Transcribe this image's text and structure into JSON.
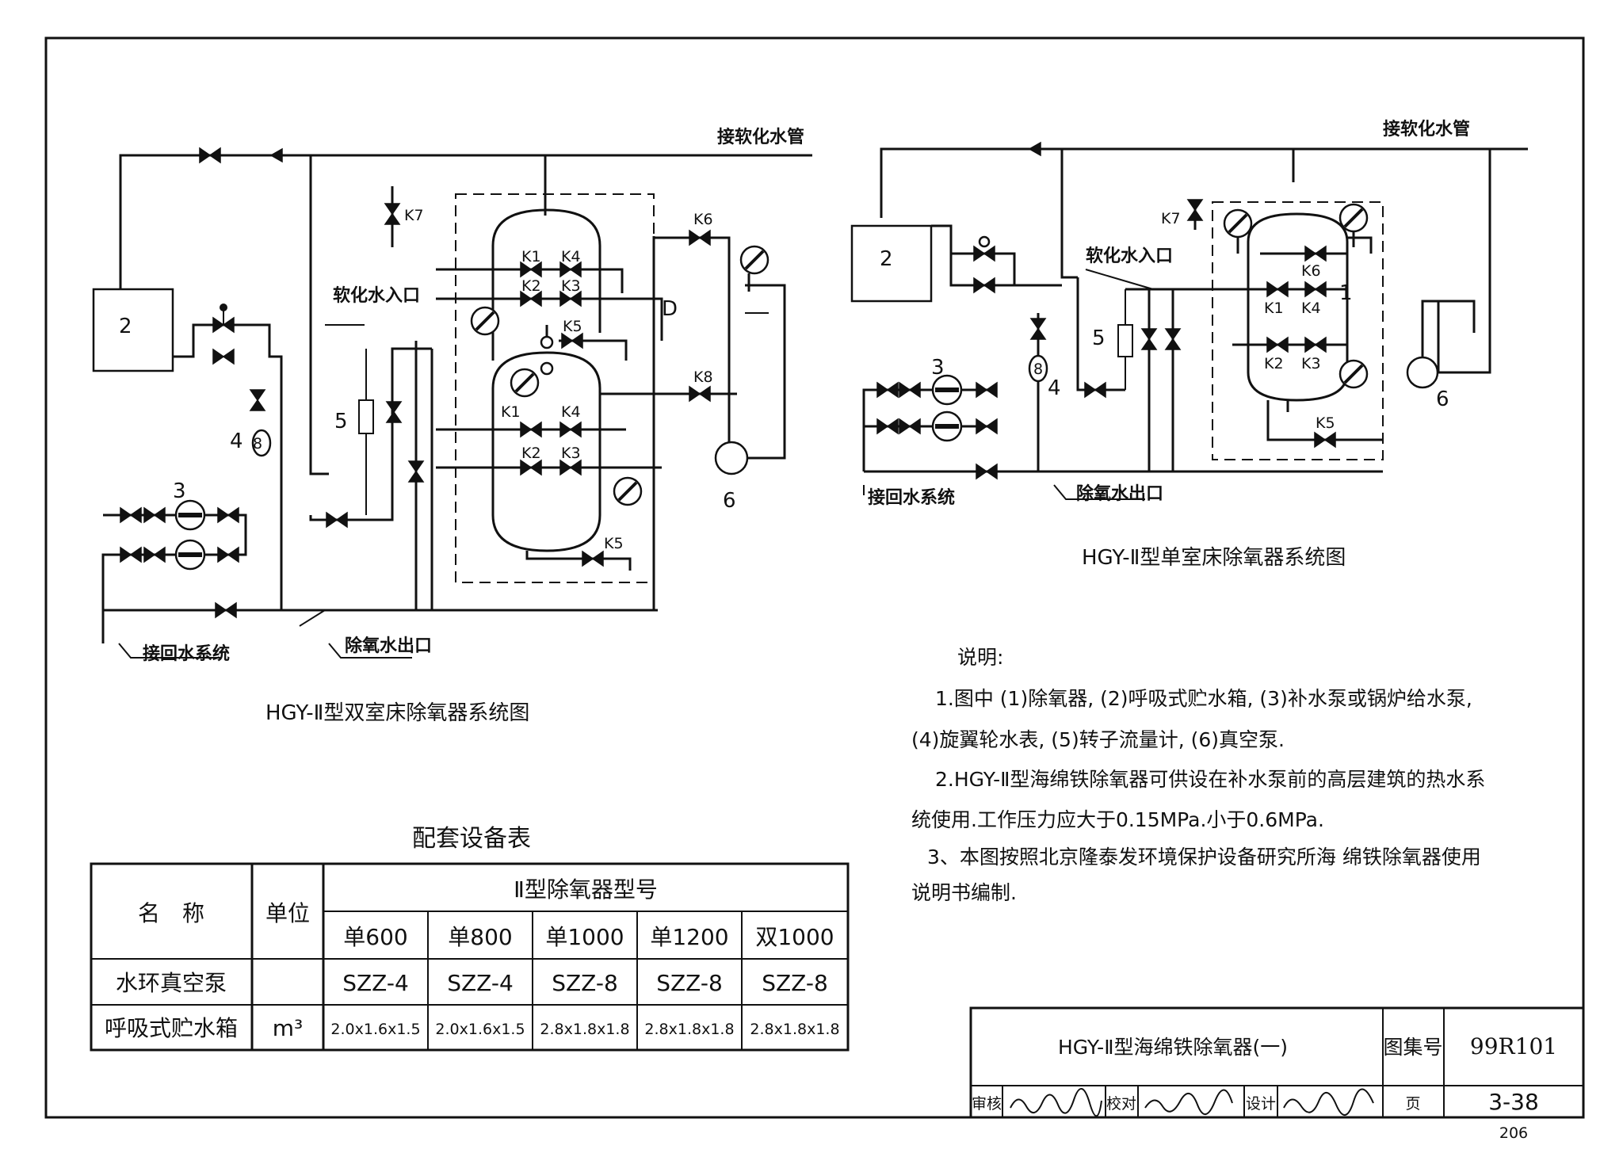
{
  "diagram_left": {
    "caption": "HGY-Ⅱ型双室床除氧器系统图",
    "labels": {
      "top_pipe": "接软化水管",
      "inlet": "软化水入口",
      "outlet": "除氧水出口",
      "return": "接回水系统",
      "chamber": "D"
    },
    "numbers": [
      "2",
      "3",
      "4",
      "5",
      "6"
    ],
    "valves": [
      "K7",
      "K6",
      "K8",
      "K1",
      "K4",
      "K2",
      "K3",
      "K5",
      "K1",
      "K4",
      "K2",
      "K3",
      "K5"
    ]
  },
  "diagram_right": {
    "caption": "HGY-Ⅱ型单室床除氧器系统图",
    "labels": {
      "top_pipe": "接软化水管",
      "inlet": "软化水入口",
      "outlet": "除氧水出口",
      "return": "接回水系统",
      "chamber": "1"
    },
    "numbers": [
      "2",
      "3",
      "4",
      "5",
      "6"
    ],
    "valves": [
      "K7",
      "K6",
      "K1",
      "K4",
      "K2",
      "K3",
      "K5"
    ]
  },
  "table": {
    "title": "配套设备表",
    "col_name": "名　称",
    "col_unit": "单位",
    "group_header": "Ⅱ型除氧器型号",
    "models": [
      "单600",
      "单800",
      "单1000",
      "单1200",
      "双1000"
    ],
    "rows": [
      {
        "name": "水环真空泵",
        "unit": "",
        "values": [
          "SZZ-4",
          "SZZ-4",
          "SZZ-8",
          "SZZ-8",
          "SZZ-8"
        ]
      },
      {
        "name": "呼吸式贮水箱",
        "unit": "m³",
        "values": [
          "2.0x1.6x1.5",
          "2.0x1.6x1.5",
          "2.8x1.8x1.8",
          "2.8x1.8x1.8",
          "2.8x1.8x1.8"
        ]
      }
    ]
  },
  "notes": {
    "heading": "说明:",
    "lines": [
      "1.图中 (1)除氧器, (2)呼吸式贮水箱, (3)补水泵或锅炉给水泵,",
      "(4)旋翼轮水表, (5)转子流量计, (6)真空泵.",
      "2.HGY-Ⅱ型海绵铁除氧器可供设在补水泵前的高层建筑的热水系",
      "统使用.工作压力应大于0.15MPa.小于0.6MPa.",
      "3、本图按照北京隆泰发环境保护设备研究所海 绵铁除氧器使用",
      "说明书编制."
    ]
  },
  "title_block": {
    "title": "HGY-Ⅱ型海绵铁除氧器(一)",
    "atlas_label": "图集号",
    "atlas_no": "99R101",
    "review_label": "审核",
    "check_label": "校对",
    "design_label": "设计",
    "page_label": "页",
    "page_no": "3-38"
  },
  "page_number": "206"
}
